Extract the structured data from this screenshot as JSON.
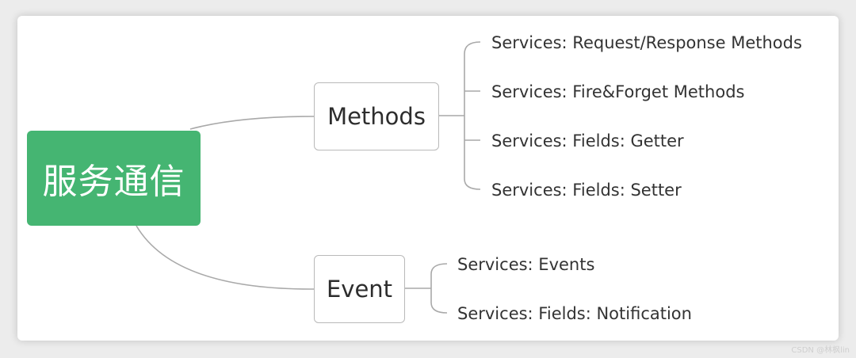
{
  "root": {
    "label": "服务通信"
  },
  "branches": [
    {
      "label": "Methods",
      "children": [
        "Services: Request/Response Methods",
        "Services: Fire&Forget Methods",
        "Services: Fields: Getter",
        "Services: Fields: Setter"
      ]
    },
    {
      "label": "Event",
      "children": [
        "Services: Events",
        "Services: Fields: Notification"
      ]
    }
  ],
  "watermark": "CSDN @林枫lin",
  "colors": {
    "root_fill": "#45b572",
    "connector": "#a9a9a9",
    "node_border": "#b9b9b9"
  }
}
